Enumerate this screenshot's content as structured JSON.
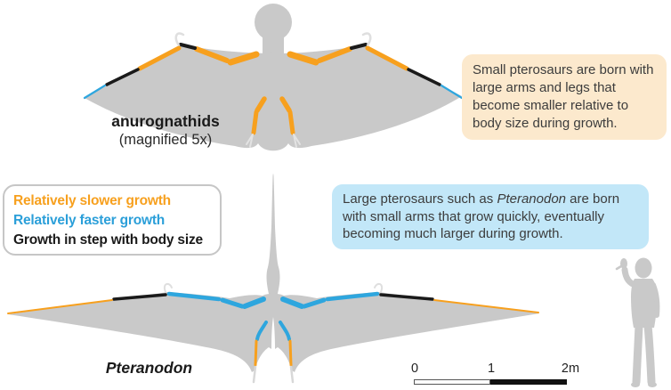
{
  "legend": {
    "items": [
      {
        "label": "Relatively slower growth",
        "color": "#F7A01E"
      },
      {
        "label": "Relatively faster growth",
        "color": "#2B9FD9"
      },
      {
        "label": "Growth in step with body size",
        "color": "#1A1A1A"
      }
    ]
  },
  "anurognathid": {
    "name": "anurognathids",
    "note": "(magnified 5x)"
  },
  "pteranodon": {
    "name": "Pteranodon"
  },
  "callout_small": {
    "text": "Small pterosaurs are born with large arms and legs that become smaller relative to body size during growth.",
    "bg": "#FCE9CD"
  },
  "callout_large": {
    "pre": "Large pterosaurs such as ",
    "species": "Pteranodon",
    "post": " are born with small arms that grow quickly, eventually becoming much larger during growth.",
    "bg": "#C2E7F8"
  },
  "scale_bar": {
    "ticks": [
      "0",
      "1",
      "2m"
    ]
  },
  "colors": {
    "slower_growth": "#F7A01E",
    "faster_growth": "#2EA6DE",
    "in_step": "#1A1A1A",
    "silhouette_gray": "#C9C9C9",
    "claw_white": "#DFDFDF",
    "small_callout_bg": "#FCE9CD",
    "large_callout_bg": "#C2E7F8",
    "body_text": "#3C3C3C"
  }
}
